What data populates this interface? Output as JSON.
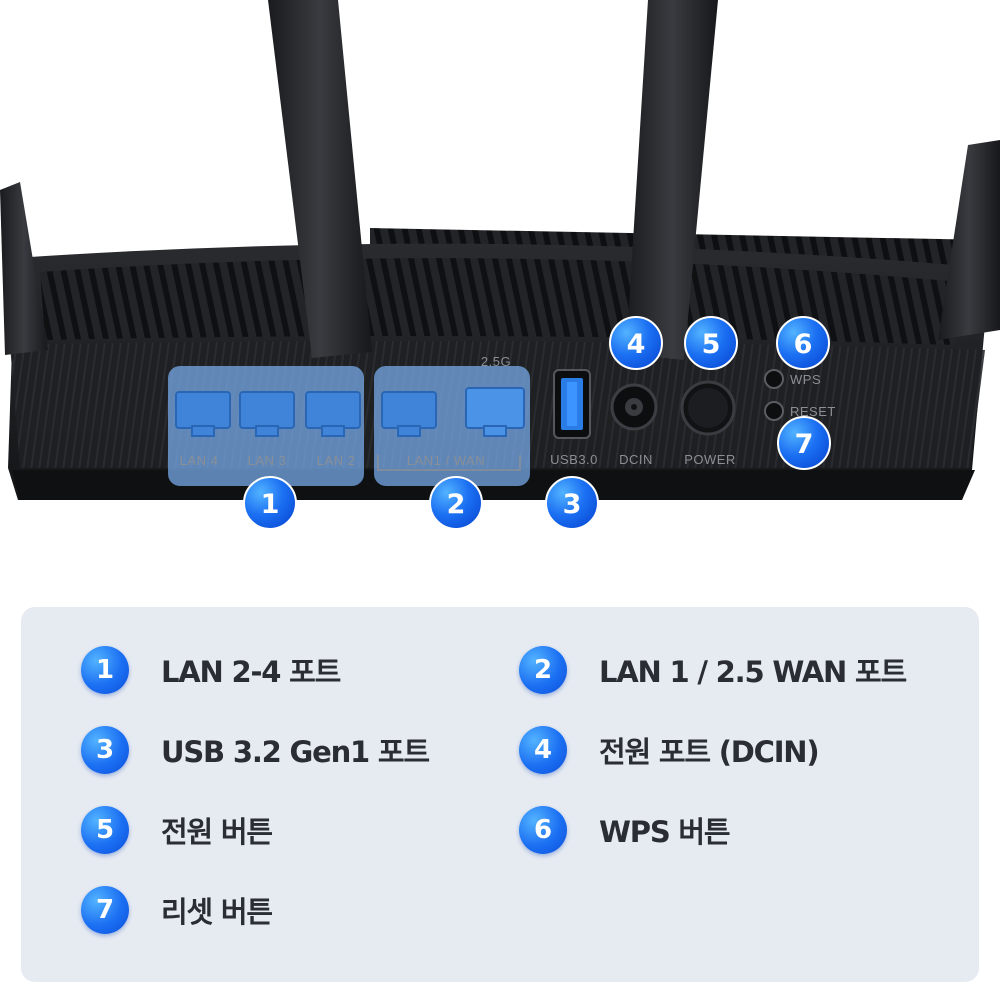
{
  "photo": {
    "markers": [
      "1",
      "2",
      "3",
      "4",
      "5",
      "6",
      "7"
    ],
    "port_labels": {
      "lan4": "LAN 4",
      "lan3": "LAN 3",
      "lan2": "LAN 2",
      "lan1_wan": "LAN1 / WAN",
      "speed_2_5g": "2.5G",
      "usb": "USB3.0",
      "dcin": "DCIN",
      "power": "POWER",
      "wps": "WPS",
      "reset": "RESET"
    },
    "colors": {
      "router_body": "#1c1d20",
      "highlight": "#7aaef0",
      "marker_blue": "#1b6ff2"
    }
  },
  "legend": {
    "items": [
      {
        "num": "1",
        "label": "LAN 2-4 포트"
      },
      {
        "num": "2",
        "label": "LAN 1 / 2.5 WAN 포트"
      },
      {
        "num": "3",
        "label": "USB 3.2 Gen1 포트"
      },
      {
        "num": "4",
        "label": "전원 포트 (DCIN)"
      },
      {
        "num": "5",
        "label": "전원 버튼"
      },
      {
        "num": "6",
        "label": "WPS 버튼"
      },
      {
        "num": "7",
        "label": "리셋 버튼"
      }
    ]
  }
}
